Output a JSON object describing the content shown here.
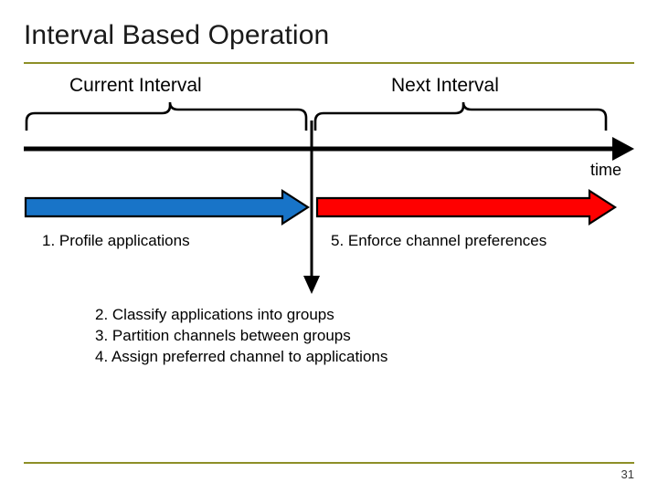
{
  "slide": {
    "title": "Interval Based Operation",
    "page_number": "31",
    "accent_rule_color": "#8d8f27"
  },
  "timeline": {
    "interval_labels": [
      {
        "id": "current",
        "text": "Current Interval"
      },
      {
        "id": "next",
        "text": "Next Interval"
      }
    ],
    "axis_label": "time"
  },
  "phases": [
    {
      "id": "profile",
      "arrow_color": "#1874c8",
      "caption": "1. Profile applications"
    },
    {
      "id": "enforce",
      "arrow_color": "#fe0000",
      "caption": "5. Enforce channel preferences"
    }
  ],
  "steps": [
    "2. Classify applications into groups",
    "3. Partition channels between groups",
    "4. Assign preferred channel to applications"
  ]
}
